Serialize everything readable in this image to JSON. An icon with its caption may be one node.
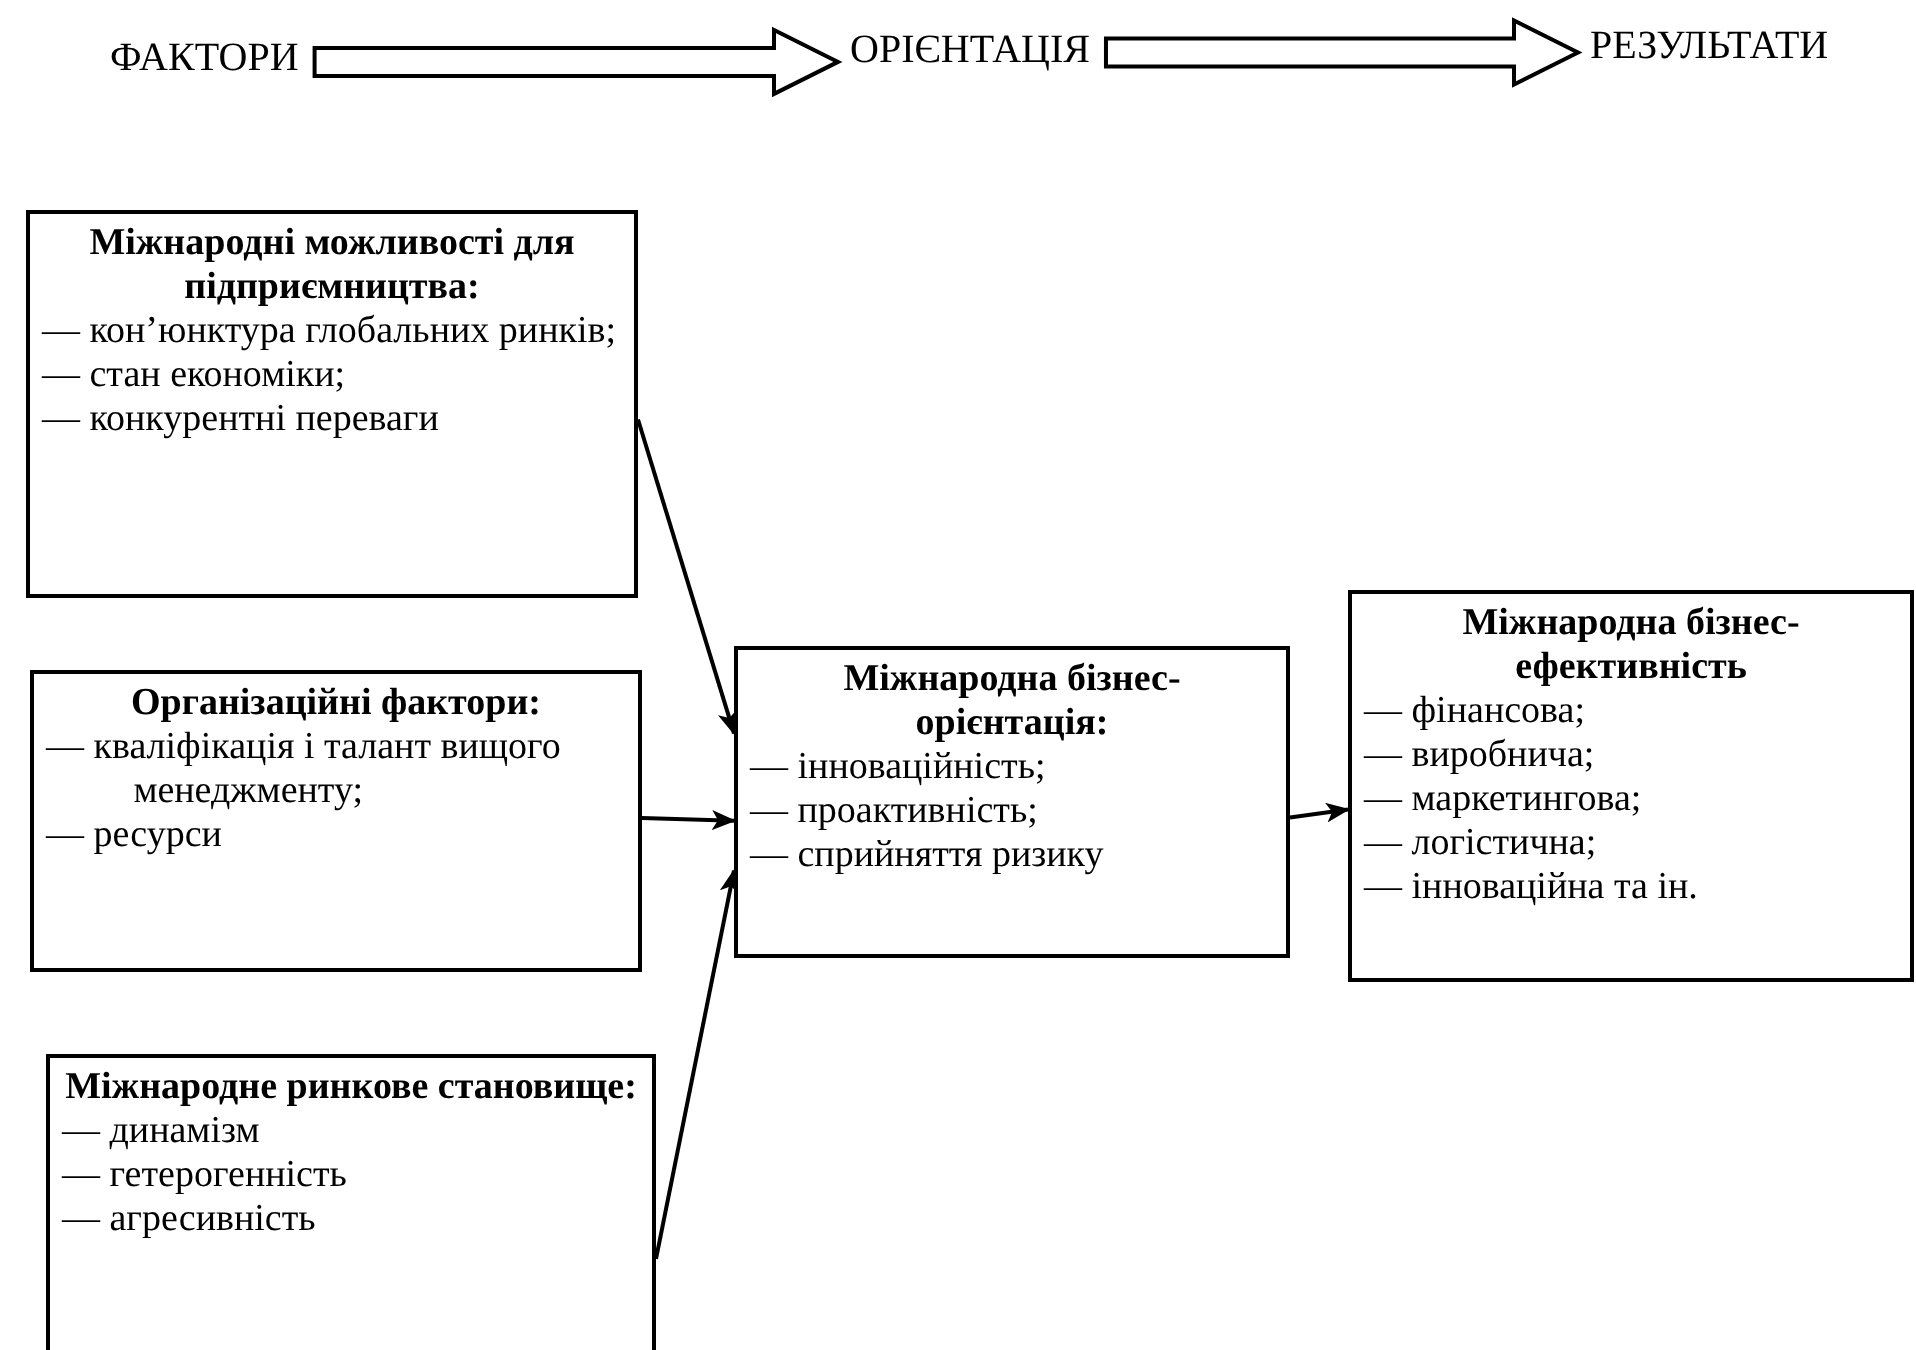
{
  "diagram": {
    "nodes": [
      {
        "text": [
          "ФАКТОРИ"
        ]
      },
      {
        "text": [
          "ОРІЄНТАЦІЯ"
        ]
      },
      {
        "text": [
          "РЕЗУЛЬТАТИ"
        ]
      },
      {
        "text": [
          "Міжнародні можливості для підприємництва:",
          "— кон’юнктура глобальних ринків;",
          "— стан економіки;",
          "— конкурентні переваги"
        ]
      },
      {
        "text": [
          "Організаційні фактори:",
          "— кваліфікація і талант вищого менеджменту;",
          "— ресурси"
        ]
      },
      {
        "text": [
          "Міжнародне ринкове становище:",
          "— динамізм",
          "— гетерогенність",
          "— агресивність"
        ]
      },
      {
        "text": [
          "Міжнародна бізнес-орієнтація:",
          "— інноваційність;",
          "— проактивність;",
          "— сприйняття ризику"
        ]
      },
      {
        "text": [
          "Міжнародна бізнес-ефективність",
          "— фінансова;",
          "— виробнича;",
          "— маркетингова;",
          "— логістична;",
          "— інноваційна та ін."
        ]
      }
    ],
    "edges": [
      {
        "from": 0,
        "to": 1,
        "arrow": "to",
        "style": "thick"
      },
      {
        "from": 1,
        "to": 2,
        "arrow": "to",
        "style": "thick"
      },
      {
        "from": 3,
        "to": 6,
        "arrow": "to"
      },
      {
        "from": 4,
        "to": 6,
        "arrow": "to"
      },
      {
        "from": 5,
        "to": 6,
        "arrow": "to"
      },
      {
        "from": 6,
        "to": 7,
        "arrow": "to"
      }
    ]
  }
}
